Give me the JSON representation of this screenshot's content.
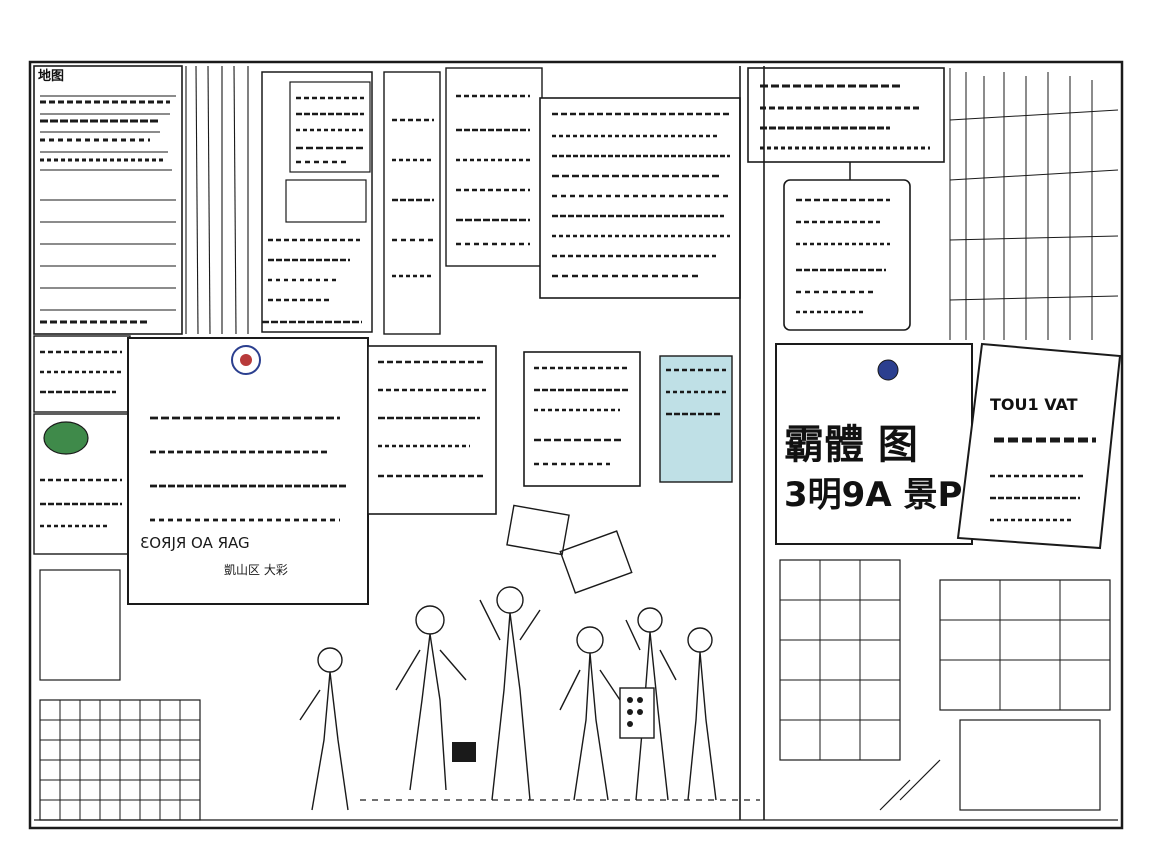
{
  "scene": {
    "style": "pen-and-ink sketch",
    "colors": {
      "ink": "#1a1a1a",
      "paper": "#ffffff",
      "accent_green": "#3f8a4a",
      "accent_teal": "#bfe0e6",
      "accent_blue": "#2b3f8f",
      "accent_red": "#b83a3a"
    }
  },
  "signs": {
    "top_left_header": "地图",
    "big_sign_line_1": "霸體 图",
    "big_sign_line_2": "3明9A 景P",
    "right_sign_line_1": "TOU1 VAT",
    "center_lower_caption": "凱山区 大彩",
    "center_notice_line": "ƐОЯЈЯ  OA  ЯAG"
  }
}
